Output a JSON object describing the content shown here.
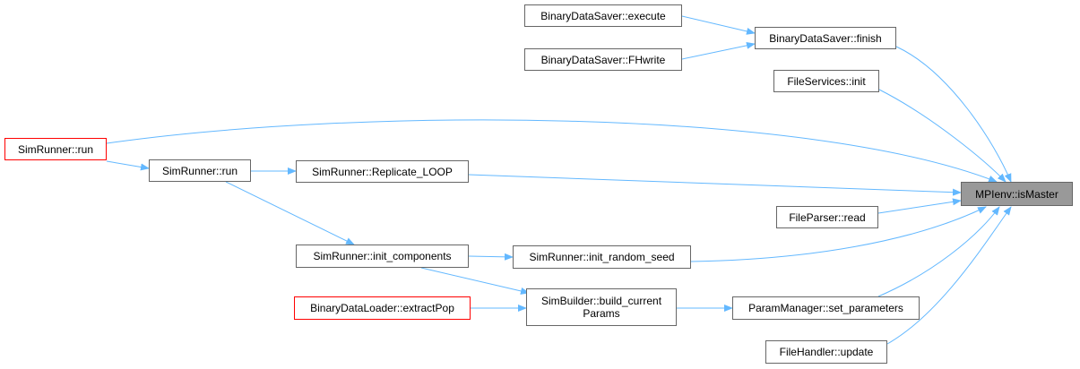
{
  "diagram": {
    "edge_color": "#63b8ff",
    "nodes": [
      {
        "id": "bds_execute",
        "label": "BinaryDataSaver::execute",
        "style": "normal"
      },
      {
        "id": "bds_fhwrite",
        "label": "BinaryDataSaver::FHwrite",
        "style": "normal"
      },
      {
        "id": "bds_finish",
        "label": "BinaryDataSaver::finish",
        "style": "normal"
      },
      {
        "id": "fs_init",
        "label": "FileServices::init",
        "style": "normal"
      },
      {
        "id": "sr_run_entry",
        "label": "SimRunner::run",
        "style": "entry"
      },
      {
        "id": "sr_run",
        "label": "SimRunner::run",
        "style": "normal"
      },
      {
        "id": "sr_replicate",
        "label": "SimRunner::Replicate_LOOP",
        "style": "normal"
      },
      {
        "id": "mpi_ismaster",
        "label": "MPIenv::isMaster",
        "style": "target"
      },
      {
        "id": "fp_read",
        "label": "FileParser::read",
        "style": "normal"
      },
      {
        "id": "sr_init_components",
        "label": "SimRunner::init_components",
        "style": "normal"
      },
      {
        "id": "sr_init_seed",
        "label": "SimRunner::init_random_seed",
        "style": "normal"
      },
      {
        "id": "bdl_extract",
        "label": "BinaryDataLoader::extractPop",
        "style": "entry"
      },
      {
        "id": "sb_build",
        "label": "SimBuilder::build_current\nParams",
        "style": "normal"
      },
      {
        "id": "pm_set",
        "label": "ParamManager::set_parameters",
        "style": "normal"
      },
      {
        "id": "fh_update",
        "label": "FileHandler::update",
        "style": "normal"
      }
    ],
    "edges": [
      {
        "from": "bds_execute",
        "to": "bds_finish"
      },
      {
        "from": "bds_fhwrite",
        "to": "bds_finish"
      },
      {
        "from": "bds_finish",
        "to": "mpi_ismaster"
      },
      {
        "from": "fs_init",
        "to": "mpi_ismaster"
      },
      {
        "from": "sr_run_entry",
        "to": "mpi_ismaster"
      },
      {
        "from": "sr_run_entry",
        "to": "sr_run"
      },
      {
        "from": "sr_run",
        "to": "sr_replicate"
      },
      {
        "from": "sr_run",
        "to": "sr_init_components"
      },
      {
        "from": "sr_replicate",
        "to": "mpi_ismaster"
      },
      {
        "from": "fp_read",
        "to": "mpi_ismaster"
      },
      {
        "from": "sr_init_components",
        "to": "sr_init_seed"
      },
      {
        "from": "sr_init_components",
        "to": "sb_build"
      },
      {
        "from": "sr_init_seed",
        "to": "mpi_ismaster"
      },
      {
        "from": "bdl_extract",
        "to": "sb_build"
      },
      {
        "from": "sb_build",
        "to": "pm_set"
      },
      {
        "from": "pm_set",
        "to": "mpi_ismaster"
      },
      {
        "from": "fh_update",
        "to": "mpi_ismaster"
      }
    ]
  }
}
